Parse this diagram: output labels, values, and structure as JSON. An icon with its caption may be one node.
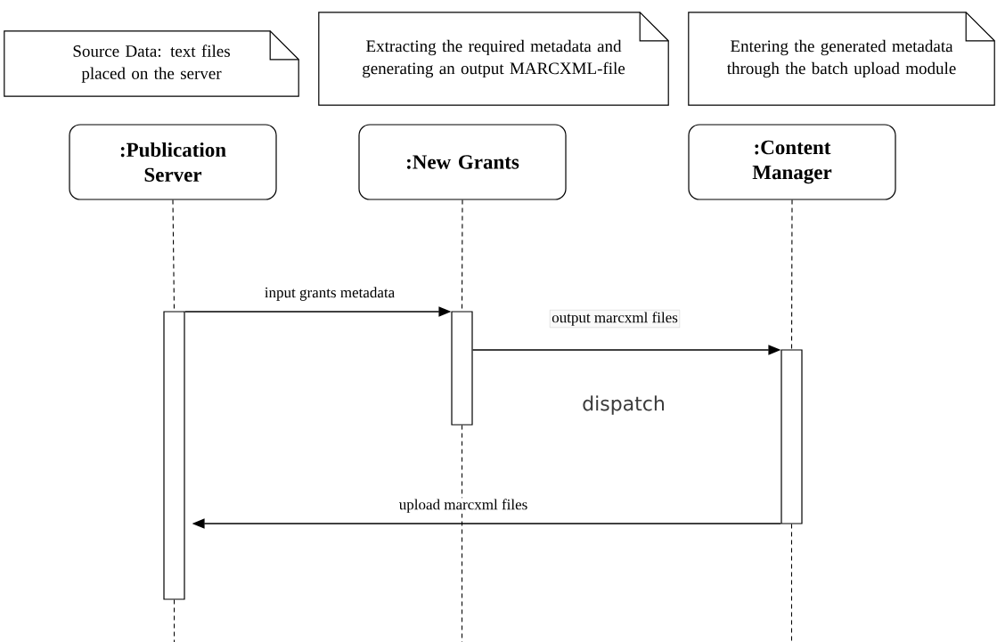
{
  "diagram": {
    "nodes": [
      {
        "text": [
          "Source Data: text files placed on the server"
        ]
      },
      {
        "text": [
          "Extracting the required metadata and generating an output MARCXML-file"
        ]
      },
      {
        "text": [
          "Entering the generated metadata through the batch upload module"
        ]
      },
      {
        "text": [
          ":Publication Server"
        ]
      },
      {
        "text": [
          ":New Grants"
        ]
      },
      {
        "text": [
          ":Content Manager"
        ]
      },
      {
        "text": [],
        "shape": "bar"
      },
      {
        "text": [],
        "shape": "bar"
      },
      {
        "text": [],
        "shape": "bar"
      }
    ],
    "edges": [
      {
        "from": 3,
        "to": 6,
        "arrow": "none",
        "style": "dashed"
      },
      {
        "from": 6,
        "to": null,
        "arrow": "none",
        "style": "dashed"
      },
      {
        "from": 4,
        "to": 7,
        "arrow": "none",
        "style": "dashed"
      },
      {
        "from": 7,
        "to": null,
        "arrow": "none",
        "style": "dashed"
      },
      {
        "from": 5,
        "to": 8,
        "arrow": "none",
        "style": "dashed"
      },
      {
        "from": 8,
        "to": null,
        "arrow": "none",
        "style": "dashed"
      },
      {
        "from": 6,
        "to": 7,
        "arrow": "to",
        "label": "input grants metadata"
      },
      {
        "from": 7,
        "to": 8,
        "arrow": "to",
        "label": "output marcxml files"
      },
      {
        "from": 8,
        "to": 6,
        "arrow": "to",
        "label": "upload marcxml files"
      }
    ],
    "labels": [
      "dispatch"
    ]
  }
}
